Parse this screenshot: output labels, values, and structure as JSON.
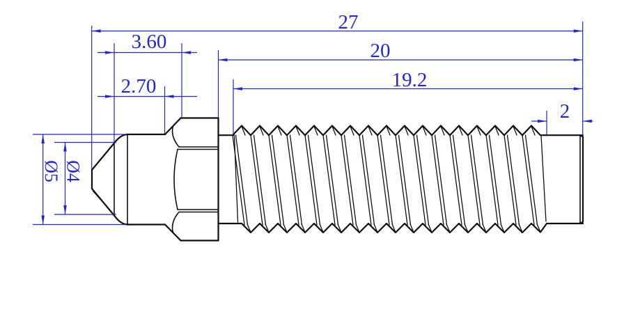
{
  "drawing": {
    "dimensions": {
      "overall_length": "27",
      "shank_length": "20",
      "thread_length": "19.2",
      "end_cylinder_length": "2",
      "front_section_length": "3.60",
      "cone_section_length": "2.70",
      "outer_diameter": "Ø5",
      "inner_diameter": "Ø4"
    },
    "colors": {
      "dimension": "#2323dc",
      "outline": "#0f0f0f",
      "background": "#ffffff"
    }
  }
}
